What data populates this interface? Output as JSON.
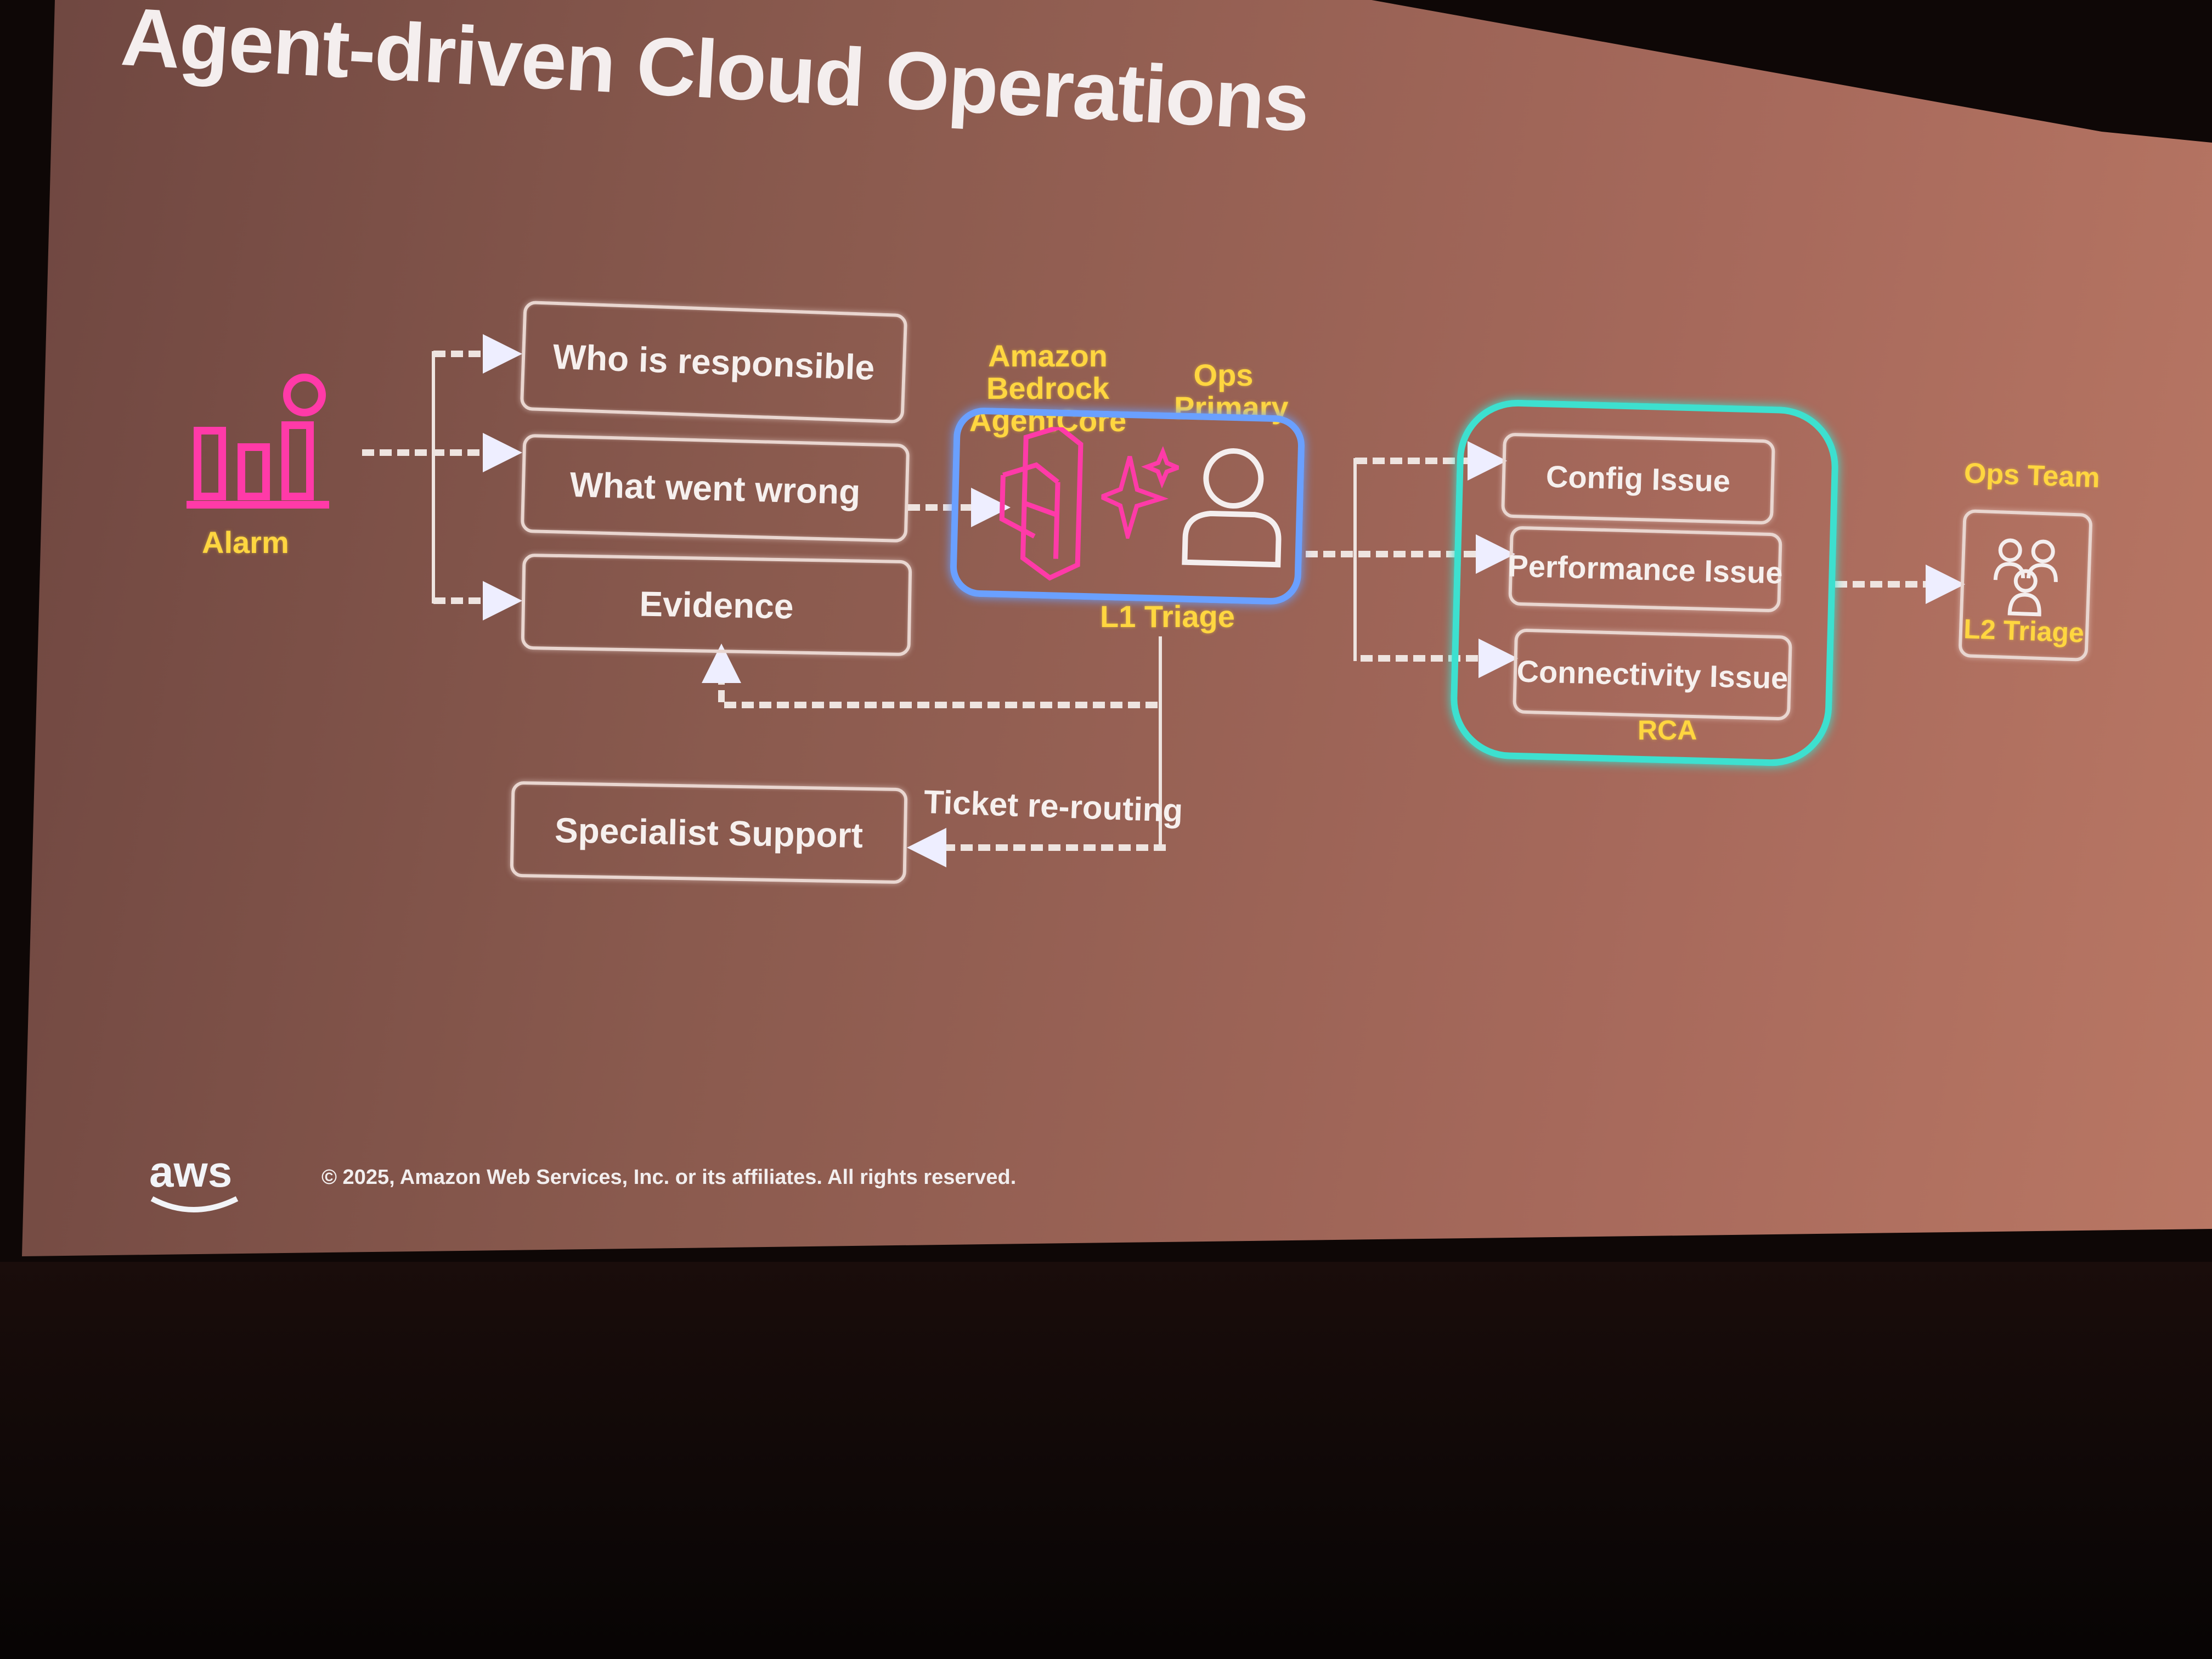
{
  "slide": {
    "title": "Agent-driven Cloud Operations",
    "alarm_label": "Alarm",
    "questions": [
      "Who is responsible",
      "What went wrong",
      "Evidence"
    ],
    "specialist_support": "Specialist Support",
    "ticket_rerouting": "Ticket re-routing",
    "agentcore_label": "Amazon Bedrock AgentCore",
    "ops_primary_label": "Ops Primary",
    "l1_triage": "L1 Triage",
    "rca_items": [
      "Config Issue",
      "Performance Issue",
      "Connectivity Issue"
    ],
    "rca_label": "RCA",
    "ops_team_label": "Ops Team",
    "l2_triage": "L2 Triage",
    "footer": {
      "logo": "aws",
      "copyright": "© 2025, Amazon Web Services, Inc. or its affiliates. All rights reserved."
    }
  },
  "colors": {
    "pink": "#ff3aa8",
    "blue": "#6aa0ff",
    "teal": "#3de0cf",
    "yellow": "#ffd640"
  }
}
